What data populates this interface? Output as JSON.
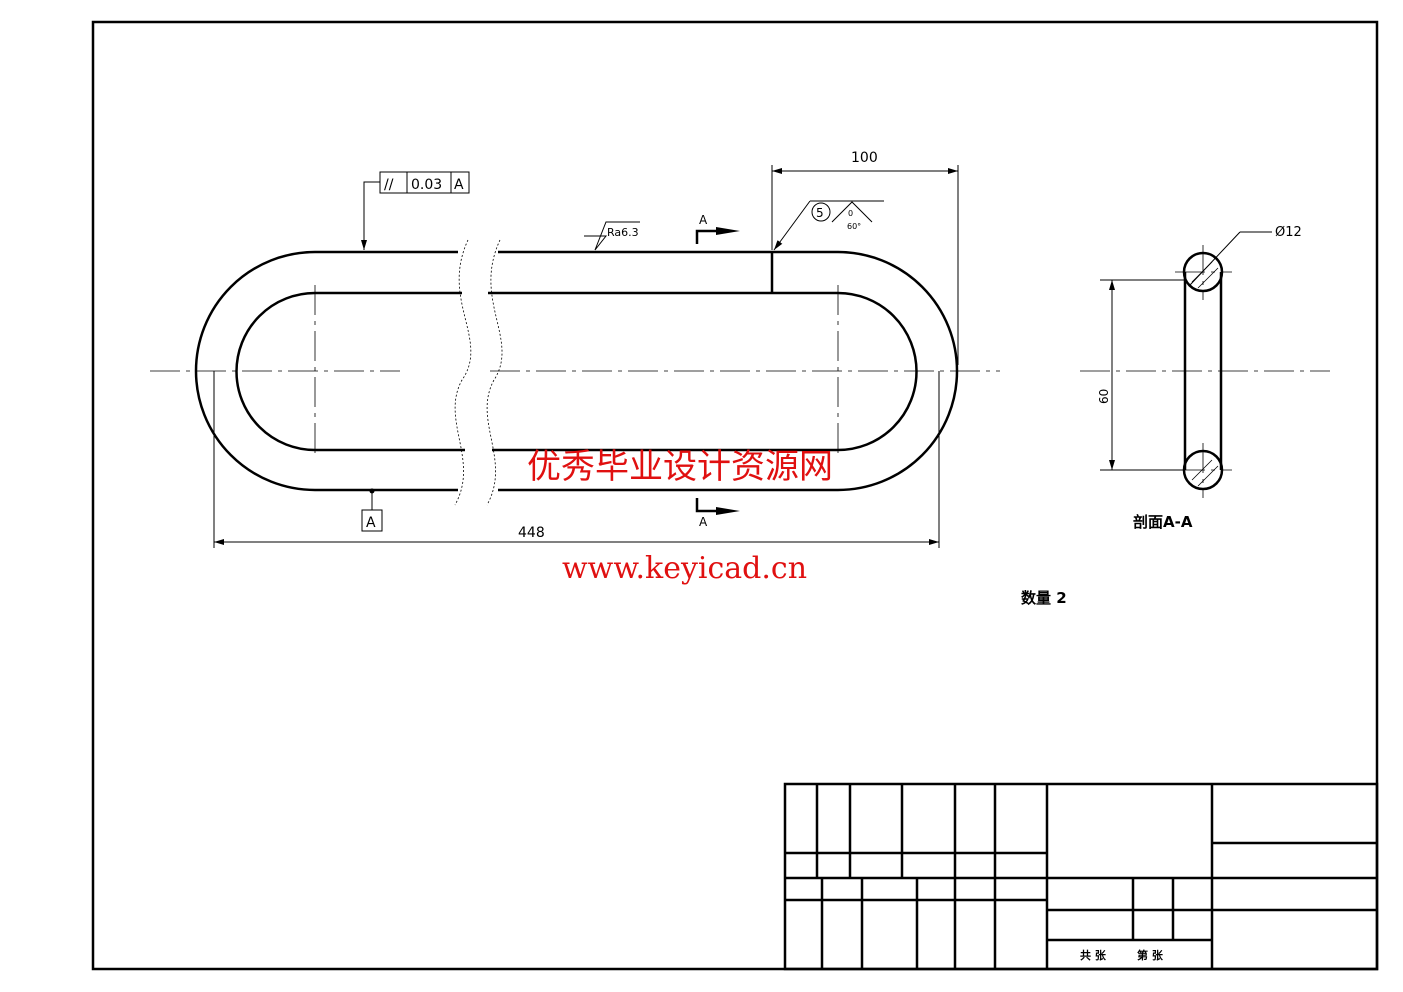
{
  "drawing": {
    "tolerance_frame": {
      "symbol": "//",
      "value": "0.03",
      "datum": "A"
    },
    "datum_label": "A",
    "roughness": "Ra6.3",
    "dim_top": "100",
    "dim_overall": "448",
    "weld": {
      "number": "5",
      "gap": "0",
      "angle": "60°"
    },
    "section_mark_top": "A",
    "section_mark_bottom": "A",
    "diameter": "Ø12",
    "dim_section": "60",
    "section_title": "剖面A-A",
    "quantity": "数量 2"
  },
  "title_block": {
    "sheets_total": "共 张",
    "sheet_no": "第 张"
  },
  "watermark": {
    "line1": "优秀毕业设计资源网",
    "line2": "www.keyicad.cn"
  }
}
